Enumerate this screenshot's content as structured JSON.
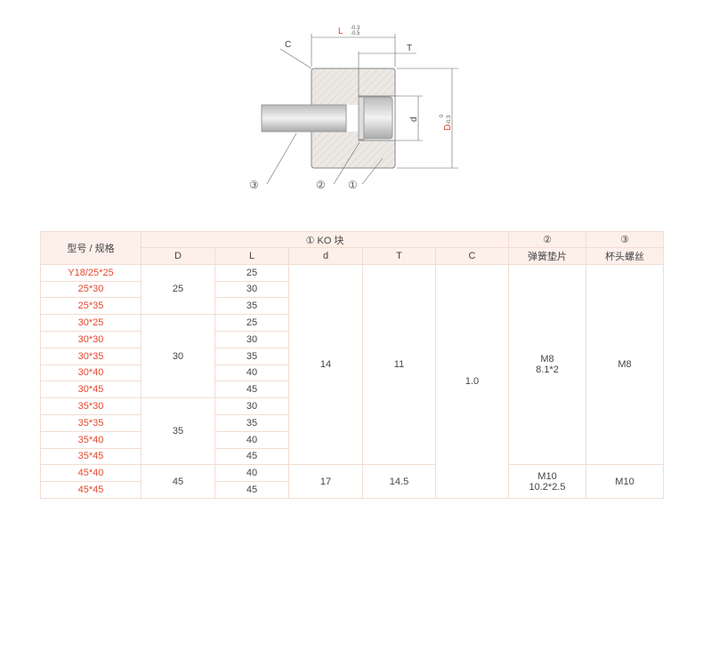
{
  "diagram": {
    "L_label": "L",
    "L_tol_upper": "-0.3",
    "L_tol_lower": "-0.5",
    "C_label": "C",
    "T_label": "T",
    "d_label": "d",
    "D_label": "D",
    "D_tol_upper": "0",
    "D_tol_lower": "-0.3",
    "callouts": [
      "③",
      "②",
      "①"
    ]
  },
  "table": {
    "header": {
      "model": "型号 / 规格",
      "ko_group": "① KO 块",
      "spring_num": "②",
      "spring": "弹簧垫片",
      "screw_num": "③",
      "screw": "杯头螺丝",
      "cols": [
        "D",
        "L",
        "d",
        "T",
        "C"
      ]
    },
    "rows": [
      {
        "model": "Y18/25*25",
        "L": "25"
      },
      {
        "model": "25*30",
        "L": "30"
      },
      {
        "model": "25*35",
        "L": "35"
      },
      {
        "model": "30*25",
        "L": "25"
      },
      {
        "model": "30*30",
        "L": "30"
      },
      {
        "model": "30*35",
        "L": "35"
      },
      {
        "model": "30*40",
        "L": "40"
      },
      {
        "model": "30*45",
        "L": "45"
      },
      {
        "model": "35*30",
        "L": "30"
      },
      {
        "model": "35*35",
        "L": "35"
      },
      {
        "model": "35*40",
        "L": "40"
      },
      {
        "model": "35*45",
        "L": "45"
      },
      {
        "model": "45*40",
        "L": "40"
      },
      {
        "model": "45*45",
        "L": "45"
      }
    ],
    "D_groups": [
      "25",
      "30",
      "35",
      "45"
    ],
    "d_groups": [
      "14",
      "17"
    ],
    "T_groups": [
      "11",
      "14.5"
    ],
    "C": "1.0",
    "spring_groups": [
      {
        "a": "M8",
        "b": "8.1*2"
      },
      {
        "a": "M10",
        "b": "10.2*2.5"
      }
    ],
    "screw_groups": [
      "M8",
      "M10"
    ]
  }
}
